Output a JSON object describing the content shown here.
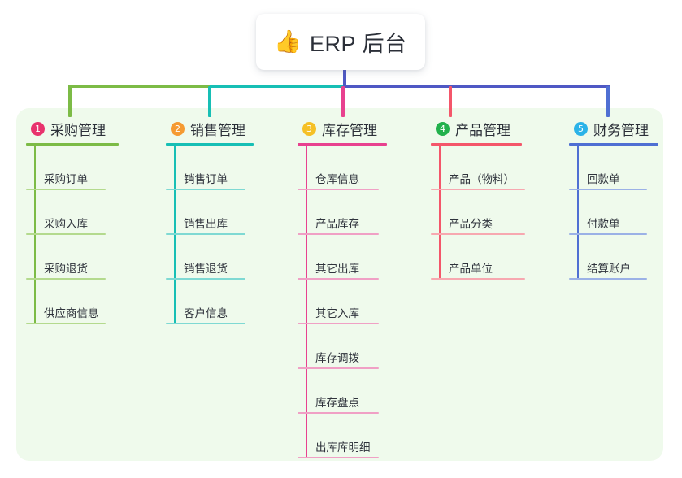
{
  "root": {
    "emoji": "👍",
    "emoji_name": "thumbs-up-icon",
    "title": "ERP 后台"
  },
  "palette": {
    "panel_bg": "#effaec",
    "card_bg": "#ffffff",
    "text": "#2b2f38",
    "stem": "#4f58c4",
    "bar_green": "#7cbb46",
    "bar_teal": "#17bfb5",
    "bar_blue": "#4f58c4"
  },
  "columns": [
    {
      "number": "1",
      "title": "采购管理",
      "badge_color": "#e8336d",
      "line_color": "#7cbb46",
      "leaf_line_color": "#b4da8e",
      "items": [
        "采购订单",
        "采购入库",
        "采购退货",
        "供应商信息"
      ]
    },
    {
      "number": "2",
      "title": "销售管理",
      "badge_color": "#f59a32",
      "line_color": "#17bfb5",
      "leaf_line_color": "#7fd9d3",
      "items": [
        "销售订单",
        "销售出库",
        "销售退货",
        "客户信息"
      ]
    },
    {
      "number": "3",
      "title": "库存管理",
      "badge_color": "#f5c026",
      "line_color": "#e8418f",
      "leaf_line_color": "#f0a0c5",
      "items": [
        "仓库信息",
        "产品库存",
        "其它出库",
        "其它入库",
        "库存调拨",
        "库存盘点",
        "出库库明细"
      ]
    },
    {
      "number": "4",
      "title": "产品管理",
      "badge_color": "#22b14c",
      "line_color": "#f4566a",
      "leaf_line_color": "#f7a8b0",
      "items": [
        "产品（物料）",
        "产品分类",
        "产品单位"
      ]
    },
    {
      "number": "5",
      "title": "财务管理",
      "badge_color": "#2bb3e8",
      "line_color": "#4f6fd3",
      "leaf_line_color": "#9bb1e6",
      "items": [
        "回款单",
        "付款单",
        "结算账户"
      ]
    }
  ]
}
